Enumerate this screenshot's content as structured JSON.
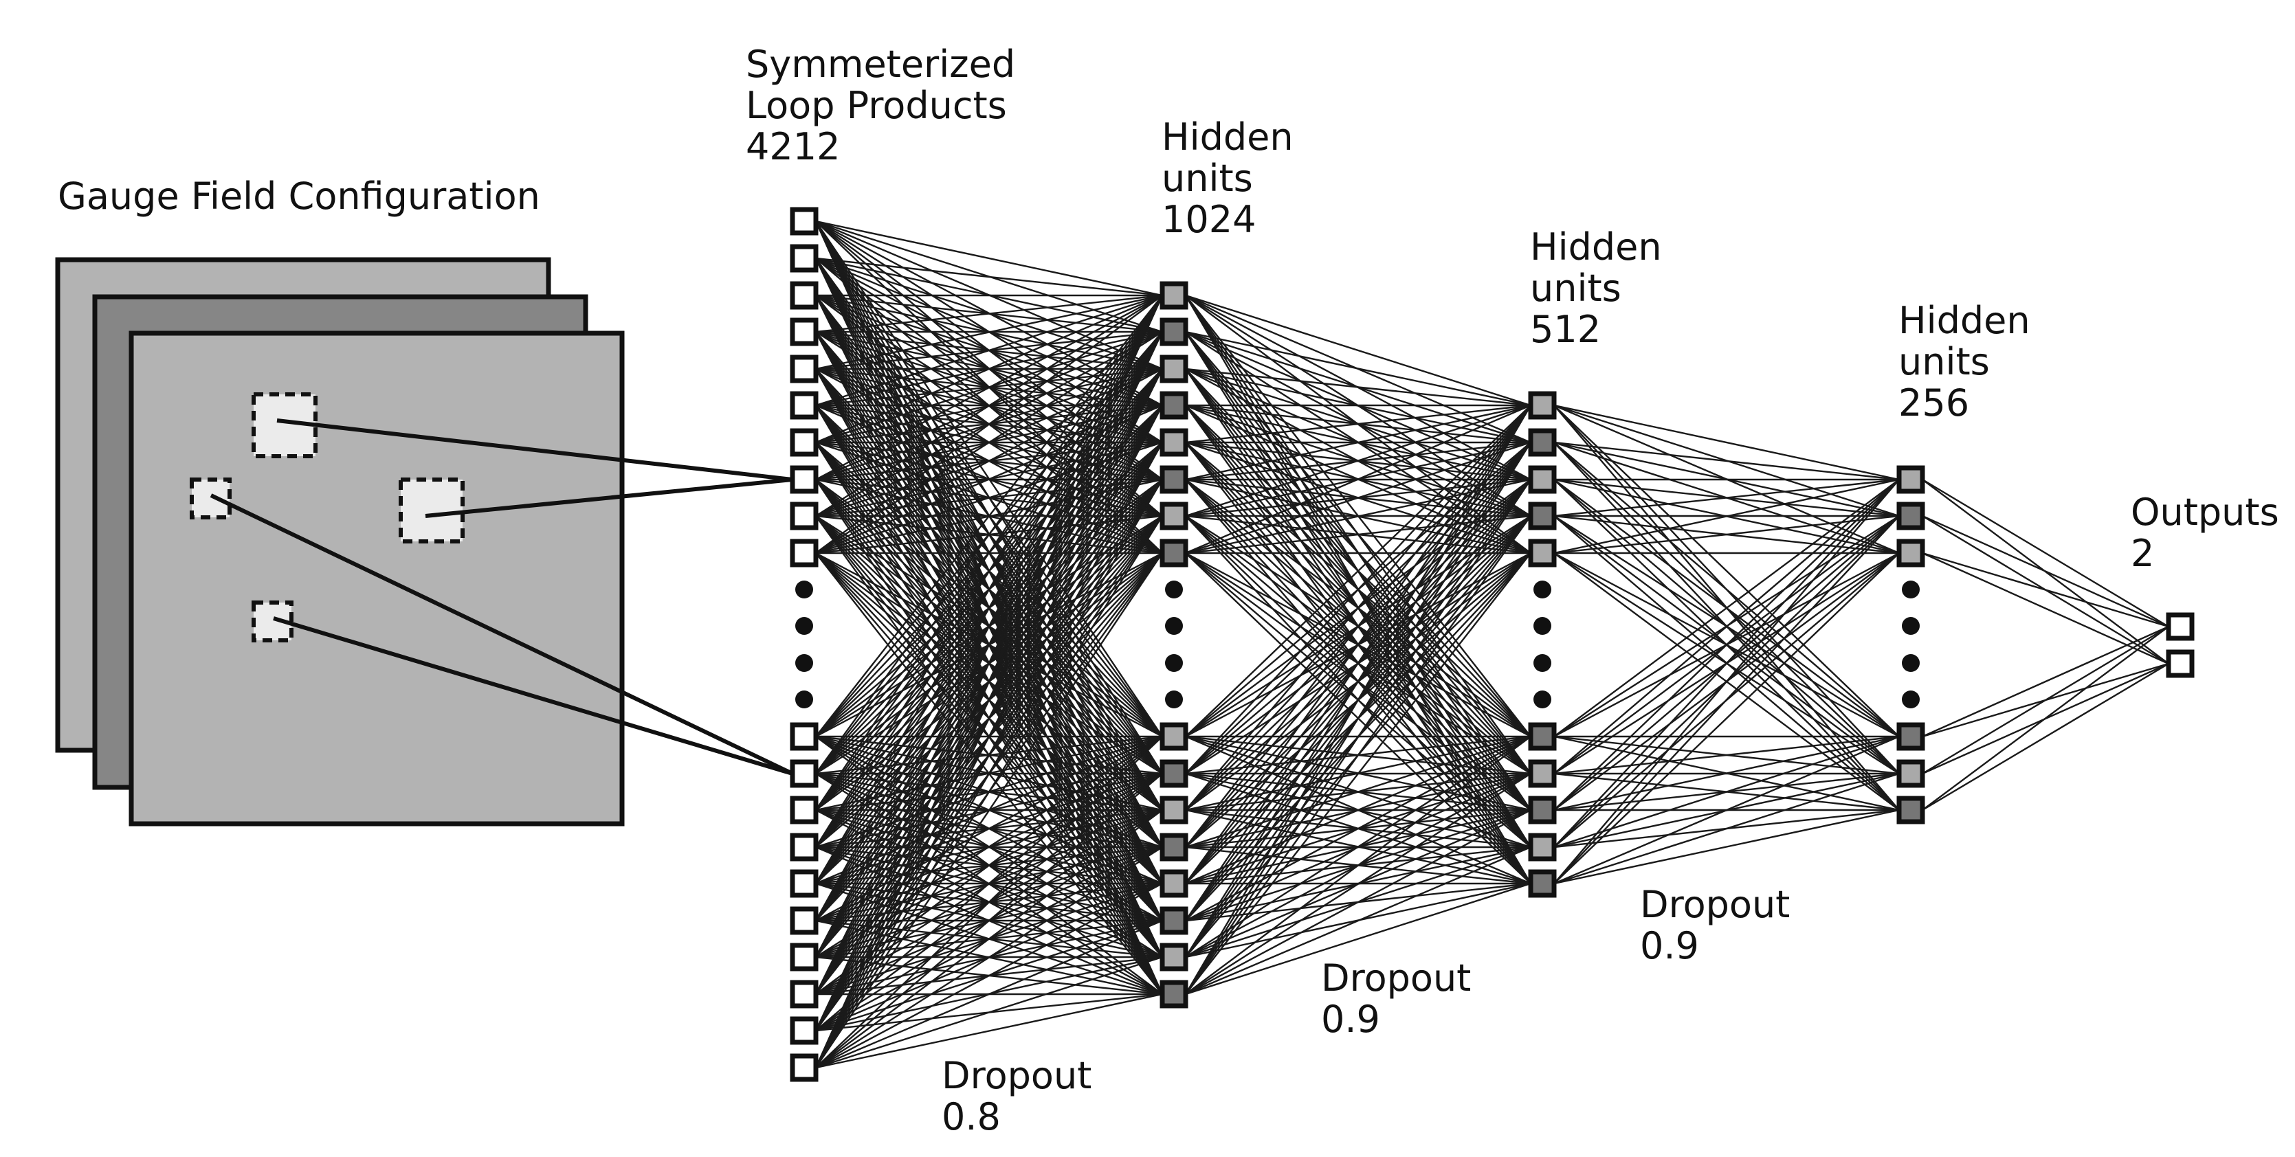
{
  "gauge_field": {
    "title": "Gauge Field Configuration"
  },
  "layers": [
    {
      "id": "input",
      "name_lines": [
        "Symmeterized",
        "Loop Products"
      ],
      "count": "4212"
    },
    {
      "id": "h1",
      "name_lines": [
        "Hidden",
        "units"
      ],
      "count": "1024"
    },
    {
      "id": "h2",
      "name_lines": [
        "Hidden",
        "units"
      ],
      "count": "512"
    },
    {
      "id": "h3",
      "name_lines": [
        "Hidden",
        "units"
      ],
      "count": "256"
    },
    {
      "id": "output",
      "name_lines": [
        "Outputs"
      ],
      "count": "2"
    }
  ],
  "dropouts": [
    {
      "label": "Dropout",
      "value": "0.8"
    },
    {
      "label": "Dropout",
      "value": "0.9"
    },
    {
      "label": "Dropout",
      "value": "0.9"
    }
  ],
  "colors": {
    "stroke": "#111111",
    "edge": "#1a1a1a",
    "node_white": "#ffffff",
    "node_light": "#a9a9a9",
    "node_dark": "#767676",
    "panel_light": "#b3b3b3",
    "panel_dark": "#868686",
    "patch_fill": "#ebebeb"
  }
}
